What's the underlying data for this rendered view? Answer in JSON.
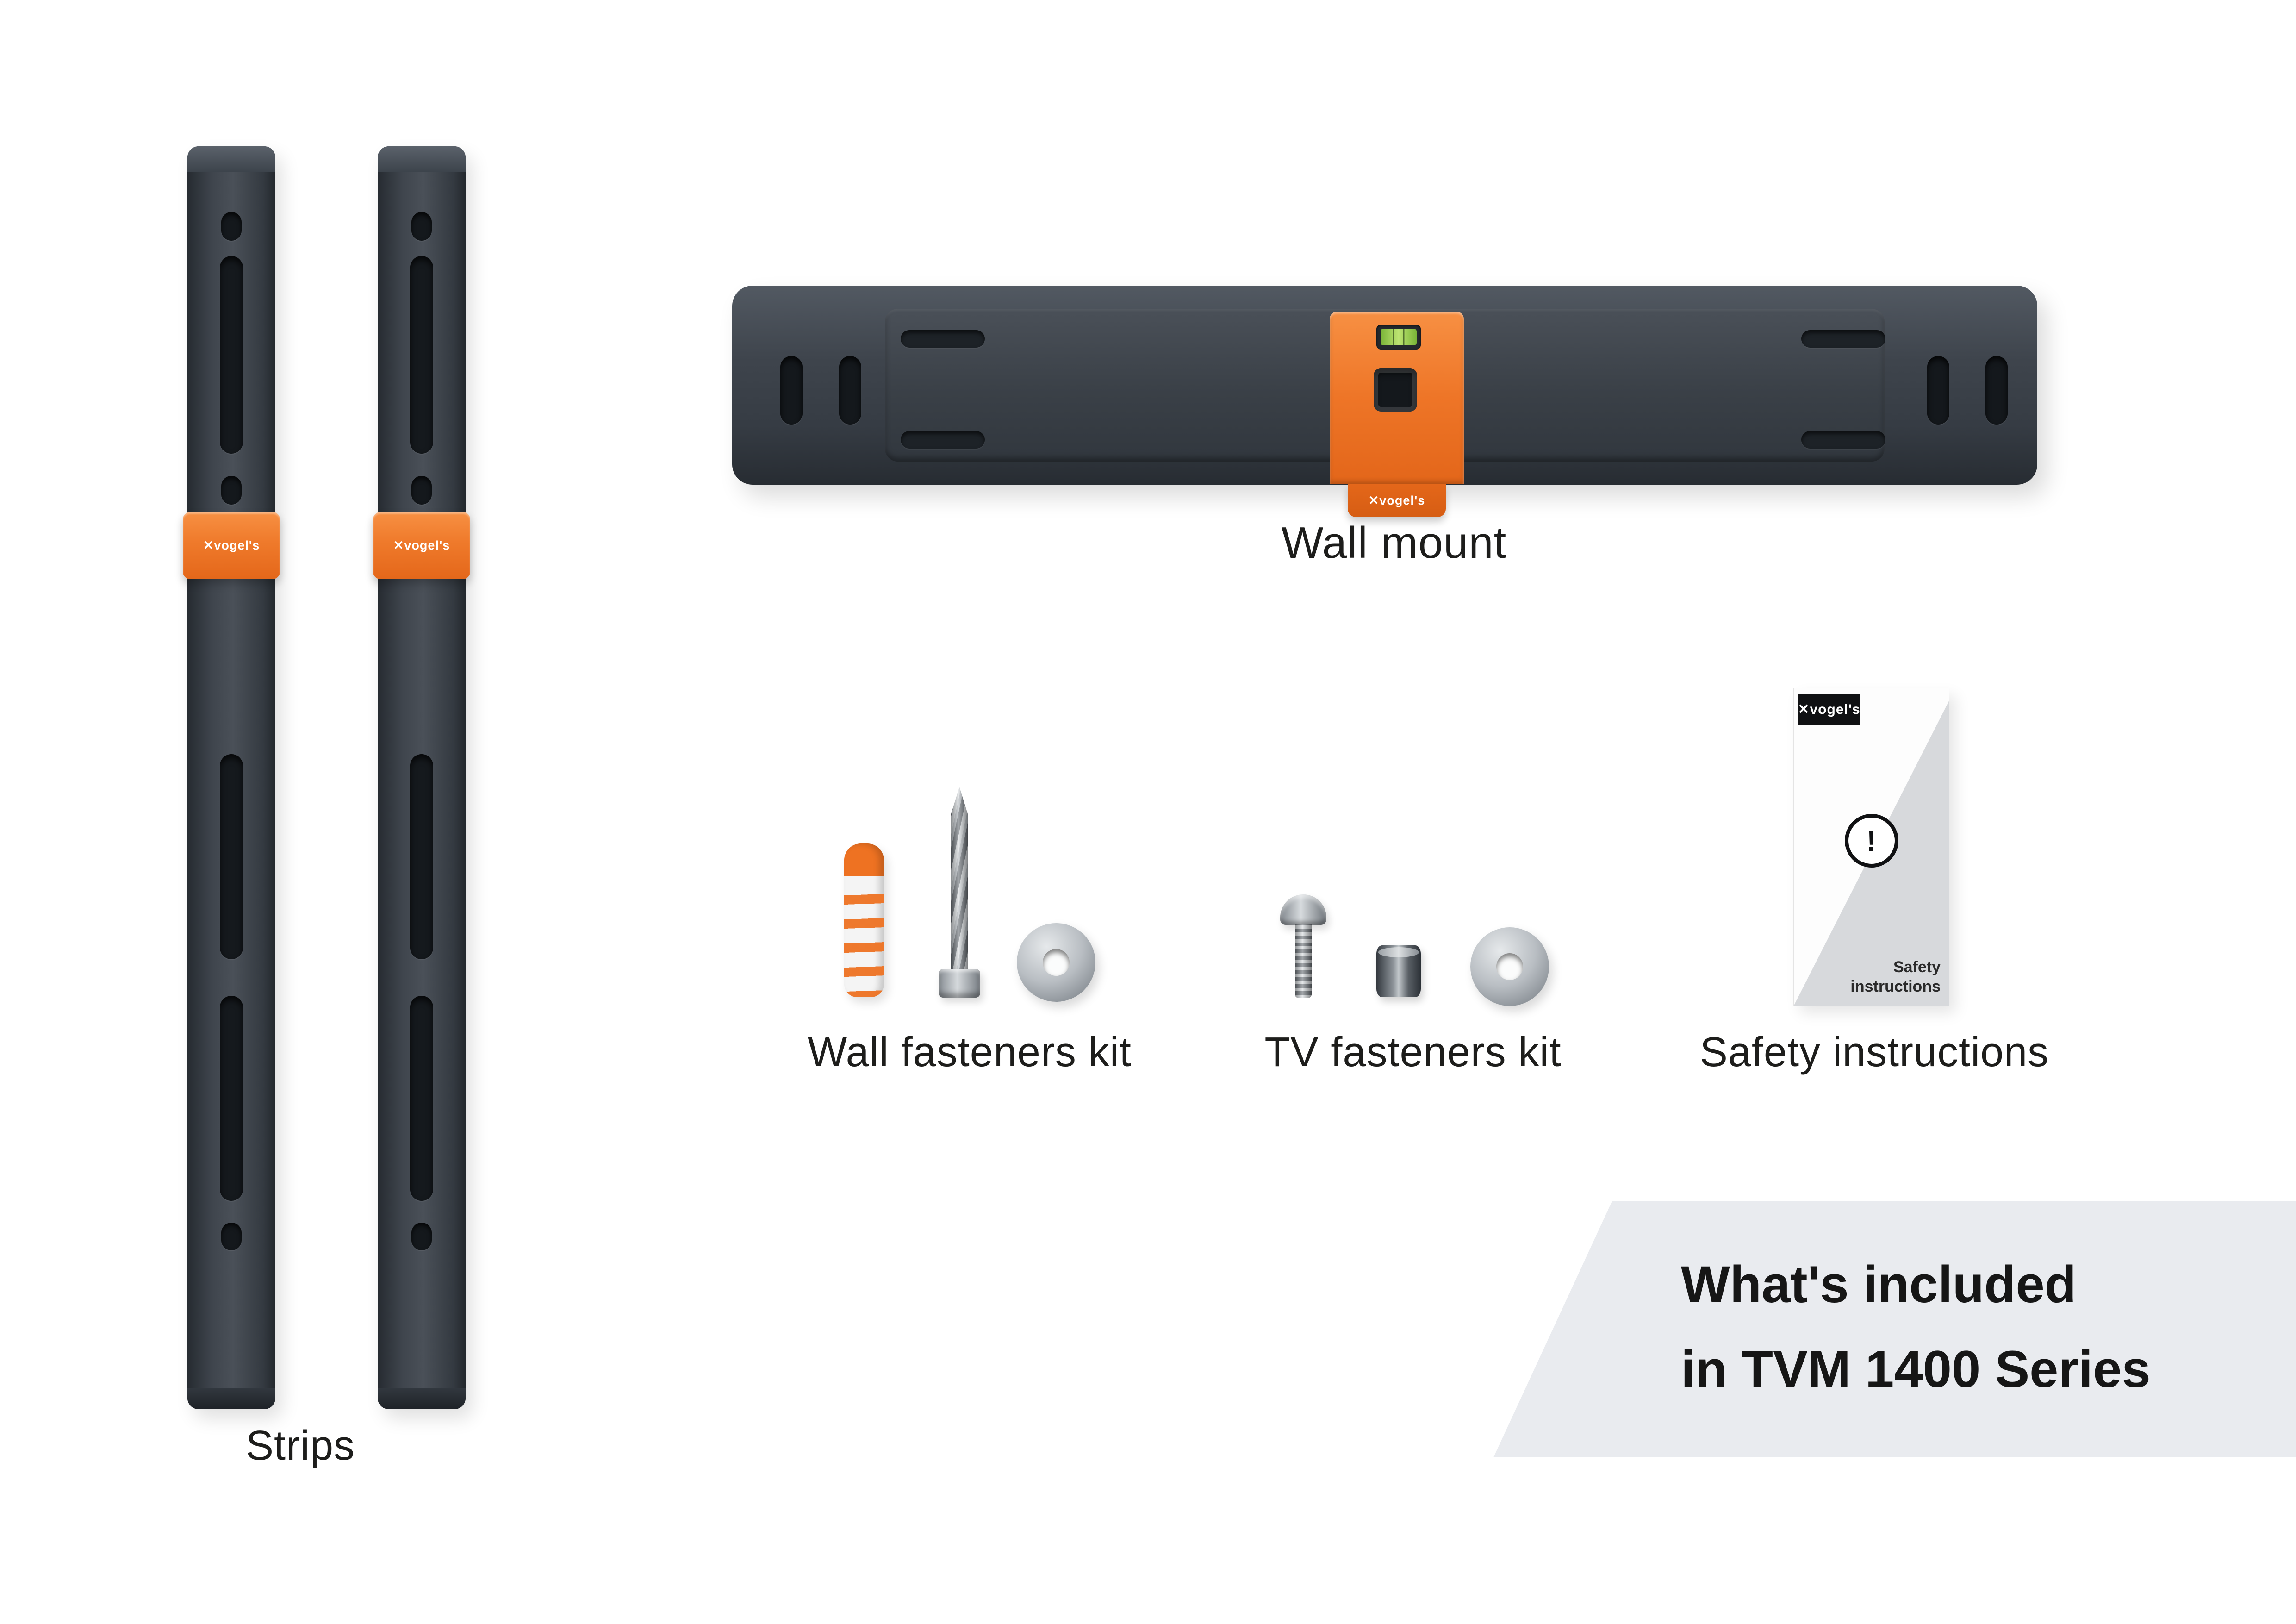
{
  "brand": {
    "logo_mark": "✕",
    "logo_text": "vogel's"
  },
  "items": {
    "strips": {
      "label": "Strips"
    },
    "wall_mount": {
      "label": "Wall mount"
    },
    "wall_fasteners": {
      "label": "Wall fasteners kit"
    },
    "tv_fasteners": {
      "label": "TV fasteners kit"
    },
    "safety": {
      "label": "Safety instructions",
      "booklet_line1": "Safety",
      "booklet_line2": "instructions",
      "exclamation": "!"
    }
  },
  "banner": {
    "line1": "What's included",
    "line2": "in TVM 1400 Series"
  },
  "colors": {
    "accent_orange": "#EE7527",
    "metal_dark": "#3C4249",
    "banner_gray": "#E9EBEF",
    "text": "#1D1D1B",
    "level_green": "#8BC043",
    "background": "#FFFFFF"
  }
}
